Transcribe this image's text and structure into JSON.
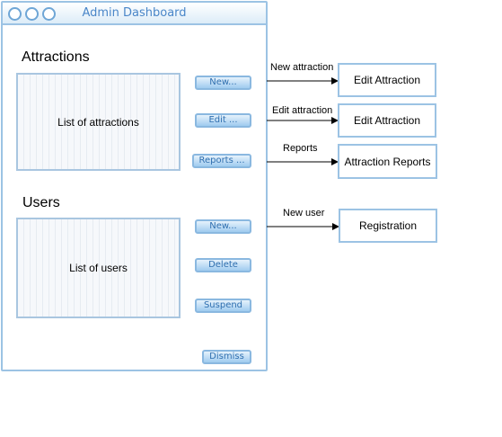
{
  "window": {
    "title": "Admin Dashboard"
  },
  "attractions": {
    "heading": "Attractions",
    "list_label": "List of attractions",
    "buttons": {
      "new": "New...",
      "edit": "Edit ...",
      "reports": "Reports ..."
    }
  },
  "users": {
    "heading": "Users",
    "list_label": "List of users",
    "buttons": {
      "new": "New...",
      "delete": "Delete",
      "suspend": "Suspend"
    }
  },
  "dismiss_label": "Dismiss",
  "edges": [
    {
      "label": "New attraction",
      "target": "Edit Attraction"
    },
    {
      "label": "Edit attraction",
      "target": "Edit Attraction"
    },
    {
      "label": "Reports",
      "target": "Attraction Reports"
    },
    {
      "label": "New user",
      "target": "Registration"
    }
  ]
}
